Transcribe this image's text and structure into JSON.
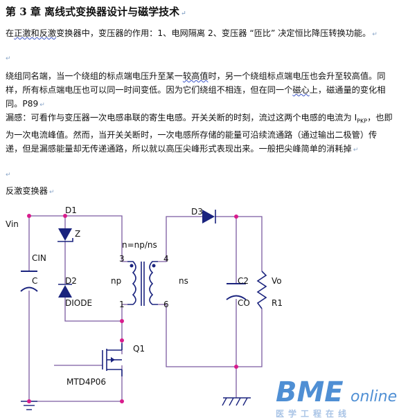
{
  "document": {
    "title": "第 3 章  离线式变换器设计与磁学技术",
    "return_mark": "↵",
    "paragraphs": [
      {
        "pre": "在",
        "underlined_1": "正激和反激",
        "post": "变换器中，变压器的作用：1、电网隔离  2、变压器 “匝比” 决定恒比降压转换功能。"
      },
      {
        "pre": "绕组同名端，当一个绕组的标点端电压升至某一",
        "underlined_1": "较高值",
        "mid": "时，另一个绕组标点端电压也会升至较高值。同样，所有标点端电压也可以同一时间变低。因为它们绕组不相连，但在同一个",
        "underlined_2": "磁心",
        "post": "上，磁通量的变化相同。P89"
      },
      {
        "pre": "漏感：可看作与变压器一次电感串联的寄生电感。开关关断的时刻，流过这两个电感的电流为 ",
        "ipk_main": "I",
        "ipk_sub": "PKP",
        "post": "，也即为一次电流峰值。然而，当开关关断时，一次电感所存储的能量可沿续流通路（通过输出二极管）传递，但是漏感能量却无传递通路，所以就以高压尖峰形式表现出来。一般把尖峰简单的消耗掉"
      }
    ],
    "section_label": "反激变换器"
  },
  "schematic": {
    "labels": {
      "vin": "Vin",
      "cin": "CIN",
      "c": "C",
      "d1": "D1",
      "z": "Z",
      "d2": "D2",
      "diode": "DIODE",
      "ratio": "n=np/ns",
      "pin3": "3",
      "pin4": "4",
      "pin1": "1",
      "pin6": "6",
      "np": "np",
      "ns": "ns",
      "d3": "D3",
      "c2": "C2",
      "co": "CO",
      "vo": "Vo",
      "r1": "R1",
      "q1": "Q1",
      "part": "MTD4P06"
    },
    "colors": {
      "wire": "#7b5aa0",
      "component": "#1a237e",
      "junction": "#d81b8c"
    }
  },
  "watermark": {
    "bme": "BME",
    "online": "online",
    "cn": "医学工程在线",
    "colors": {
      "blue": "#4f8fd4",
      "light": "#a9c4e6"
    }
  }
}
